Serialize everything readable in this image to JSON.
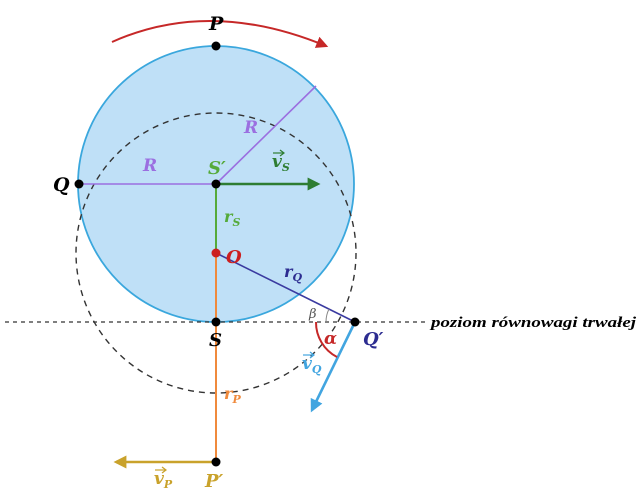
{
  "diagram": {
    "labels": {
      "P": "P",
      "Q": "Q",
      "S_prime": "S′",
      "S": "S",
      "O": "O",
      "Q_prime": "Q′",
      "P_prime": "P′",
      "R_horizontal": "R",
      "R_diagonal": "R",
      "r_S": "r",
      "r_S_sub": "S",
      "r_Q": "r",
      "r_Q_sub": "Q",
      "r_P": "r",
      "r_P_sub": "P",
      "v_S": "v",
      "v_S_sub": "S",
      "v_Q": "v",
      "v_Q_sub": "Q",
      "v_P": "v",
      "v_P_sub": "P",
      "alpha": "α",
      "beta": "β",
      "equilibrium_caption": "poziom równowagi trwałej"
    },
    "colors": {
      "disk_fill": "#bfe0f7",
      "disk_stroke": "#3aa7dd",
      "R_lines": "#9b6fe0",
      "v_S": "#2e7d32",
      "r_S": "#55aa3a",
      "r_P": "#f08a3c",
      "r_Q": "#3a3aa0",
      "v_Q": "#42a5e0",
      "v_P": "#c9a22b",
      "rotation_arrow": "#c62828",
      "alpha_arc": "#c62828",
      "point_O": "#cc1f1f",
      "points": "#000000",
      "dashed": "#333333"
    }
  }
}
